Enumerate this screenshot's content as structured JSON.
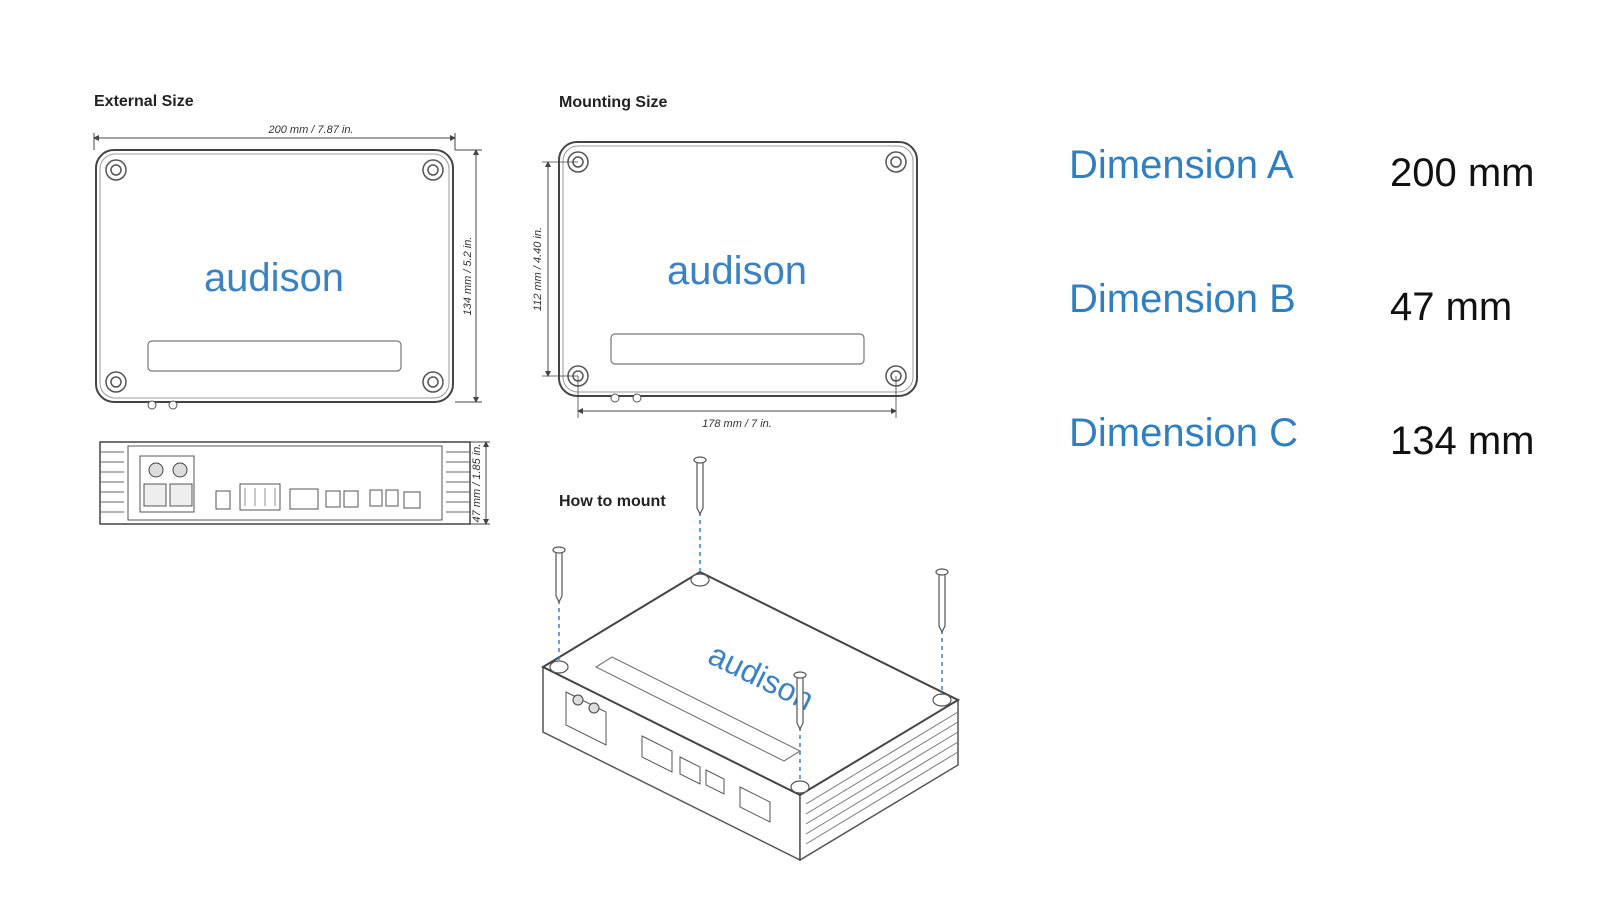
{
  "sections": {
    "external_size": "External Size",
    "mounting_size": "Mounting Size",
    "how_to_mount": "How to mount"
  },
  "measurements": {
    "external_width": "200 mm / 7.87 in.",
    "external_height": "134 mm / 5.2 in.",
    "side_height": "47 mm / 1.85 in.",
    "mount_height": "112 mm / 4.40 in.",
    "mount_width": "178 mm / 7 in."
  },
  "brand": "audison",
  "dimensions": [
    {
      "name": "Dimension A",
      "value": "200 mm"
    },
    {
      "name": "Dimension B",
      "value": "47 mm"
    },
    {
      "name": "Dimension C",
      "value": "134 mm"
    }
  ],
  "colors": {
    "accent": "#2f7fc1",
    "logo": "#3b82c4",
    "line": "#444444"
  }
}
